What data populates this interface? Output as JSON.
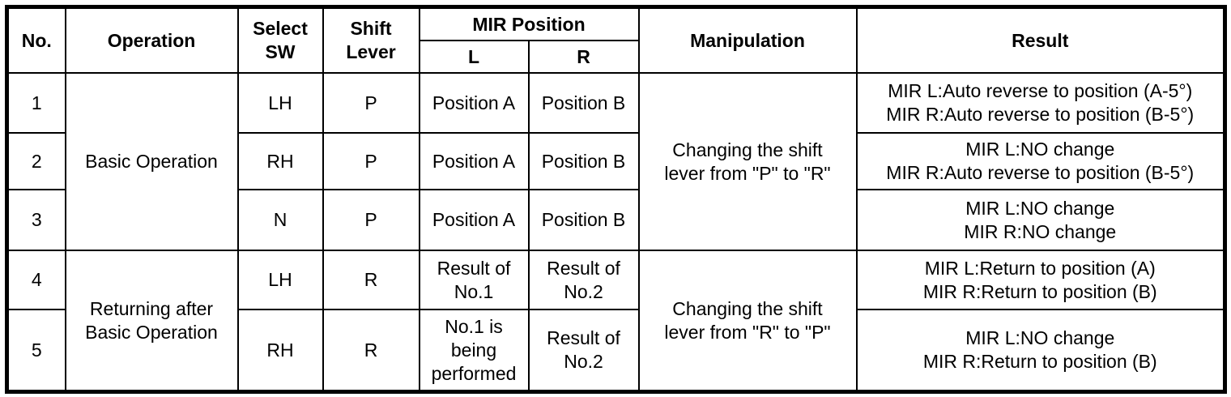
{
  "table": {
    "header": {
      "no": "No.",
      "operation": "Operation",
      "select_sw": "Select\nSW",
      "shift_lever": "Shift\nLever",
      "mir_position": "MIR Position",
      "mir_l": "L",
      "mir_r": "R",
      "manipulation": "Manipulation",
      "result": "Result"
    },
    "groups": [
      {
        "operation": "Basic Operation",
        "manipulation": "Changing the shift\nlever from \"P\" to \"R\""
      },
      {
        "operation": "Returning after\nBasic Operation",
        "manipulation": "Changing the shift\nlever from \"R\" to \"P\""
      }
    ],
    "rows": [
      {
        "no": "1",
        "select_sw": "LH",
        "shift_lever": "P",
        "mir_l": "Position A",
        "mir_r": "Position B",
        "result": "MIR L:Auto reverse to position (A-5°)\nMIR R:Auto reverse to position (B-5°)"
      },
      {
        "no": "2",
        "select_sw": "RH",
        "shift_lever": "P",
        "mir_l": "Position A",
        "mir_r": "Position B",
        "result": "MIR L:NO change\nMIR R:Auto reverse to position (B-5°)"
      },
      {
        "no": "3",
        "select_sw": "N",
        "shift_lever": "P",
        "mir_l": "Position A",
        "mir_r": "Position B",
        "result": "MIR L:NO change\nMIR R:NO change"
      },
      {
        "no": "4",
        "select_sw": "LH",
        "shift_lever": "R",
        "mir_l": "Result of\nNo.1",
        "mir_r": "Result of\nNo.2",
        "result": "MIR L:Return to position (A)\nMIR R:Return to position (B)"
      },
      {
        "no": "5",
        "select_sw": "RH",
        "shift_lever": "R",
        "mir_l": "No.1 is\nbeing\nperformed",
        "mir_r": "Result of\nNo.2",
        "result": "MIR L:NO change\nMIR R:Return to position (B)"
      }
    ]
  }
}
